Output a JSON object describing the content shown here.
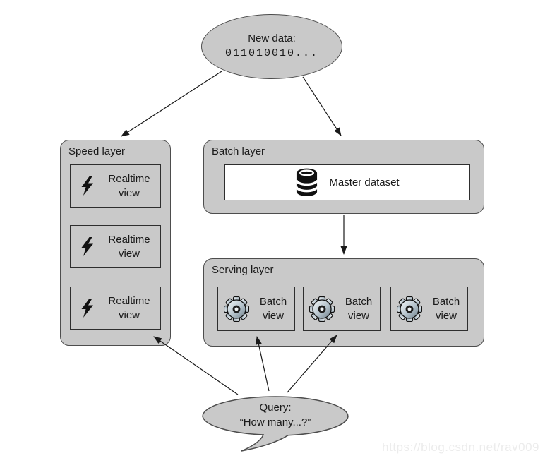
{
  "diagram": {
    "new_data_node": {
      "label": "New data:",
      "bits": "011010010..."
    },
    "speed_layer": {
      "label": "Speed layer",
      "views": [
        {
          "label": "Realtime view",
          "icon": "lightning-icon"
        },
        {
          "label": "Realtime view",
          "icon": "lightning-icon"
        },
        {
          "label": "Realtime view",
          "icon": "lightning-icon"
        }
      ]
    },
    "batch_layer": {
      "label": "Batch layer",
      "master_dataset": {
        "label": "Master dataset",
        "icon": "database-icon"
      }
    },
    "serving_layer": {
      "label": "Serving layer",
      "views": [
        {
          "label": "Batch view",
          "icon": "gear-icon"
        },
        {
          "label": "Batch view",
          "icon": "gear-icon"
        },
        {
          "label": "Batch view",
          "icon": "gear-icon"
        }
      ]
    },
    "query_node": {
      "line1": "Query:",
      "line2": "“How many...?”"
    },
    "watermark": "https://blog.csdn.net/rav009",
    "colors": {
      "node_fill": "#c9c9c9",
      "node_border": "#4d4d4d",
      "inner_border": "#2e2e2e",
      "master_box_fill": "#ffffff",
      "arrow": "#1a1a1a",
      "watermark_text": "#ececec"
    }
  }
}
